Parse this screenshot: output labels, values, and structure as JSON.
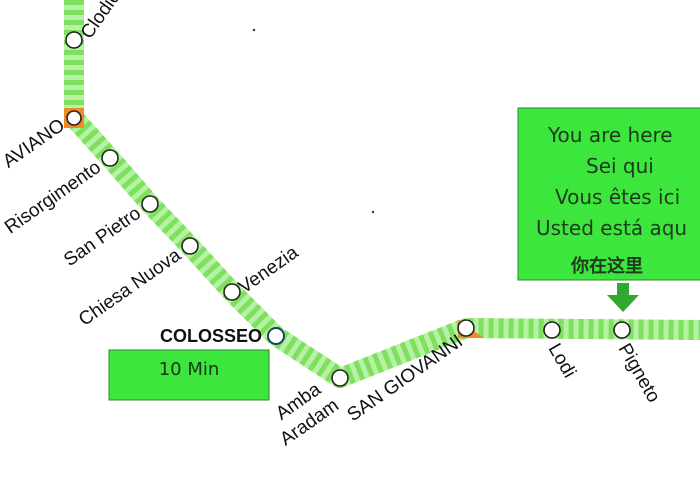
{
  "colors": {
    "line_light": "#b6f2a4",
    "line_dash": "#7fe05f",
    "box_fill": "#3de63d",
    "box_border": "#2a8a2a",
    "arrow": "#2ea82e",
    "interchange": "#f08a24",
    "colosseo_ring": "#1c3f6e"
  },
  "stations": {
    "clodio": "Clodio",
    "ottaviano": "AVIANO",
    "risorgimento": "Risorgimento",
    "san_pietro": "San Pietro",
    "chiesa_nuova": "Chiesa Nuova",
    "venezia": "Venezia",
    "colosseo": "COLOSSEO",
    "amba_aradam_1": "Amba",
    "amba_aradam_2": "Aradam",
    "san_giovanni": "SAN GIOVANNI",
    "lodi": "Lodi",
    "pigneto": "Pigneto"
  },
  "travel_time": "10 Min",
  "you_are_here": {
    "lines": [
      "You are here",
      "Sei qui",
      "Vous êtes ici",
      "Usted está aqu",
      "你在这里"
    ]
  },
  "icons": [
    "station-circle-icon",
    "interchange-triangle-icon",
    "down-arrow-icon"
  ]
}
